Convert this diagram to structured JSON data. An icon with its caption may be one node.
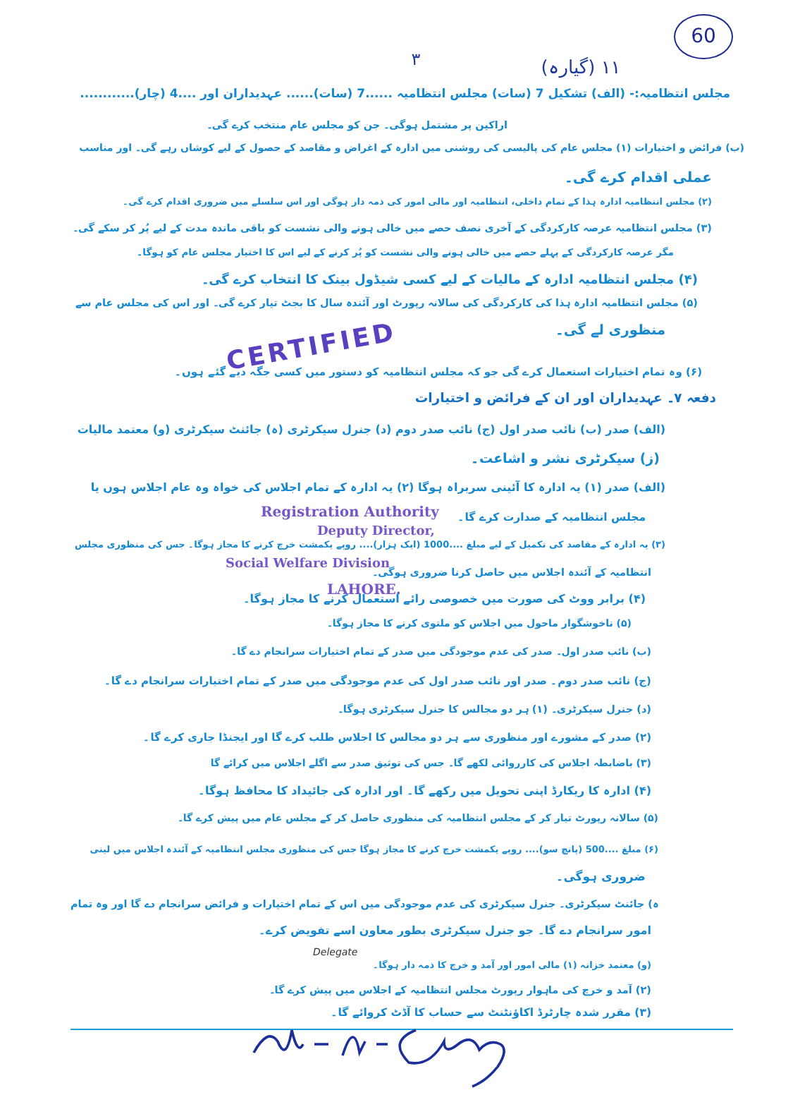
{
  "diagram": {
    "labels": [
      "60",
      "۱۱ (گیارہ)",
      "۳",
      "مجلس انتظامیہ:- (الف) تشکیل 7 (سات) مجلس انتظامیہ ......7 (سات)...... عہدیداران اور ....4 (چار)............",
      "اراکین پر مشتمل ہوگی۔ جن کو مجلس عام منتخب کرے گی۔",
      "(ب) فرائض و اختیارات (۱) مجلس عام کی پالیسی کی روشنی میں ادارہ کے اغراض و مقاصد کے حصول کے لیے کوشاں رہے گی۔ اور مناسب",
      "عملی اقدام کرے گی۔",
      "(۲) مجلس انتظامیہ ادارہ ہذا کے تمام داخلی، انتظامیہ اور مالی امور کی ذمہ دار ہوگی اور اس سلسلے میں ضروری اقدام کرے گی۔",
      "(۳) مجلس انتظامیہ عرصہ کارکردگی کے آخری نصف حصے میں خالی ہونے والی نشست کو باقی ماندہ مدت کے لیے پُر کر سکے گی۔",
      "مگر عرصہ کارکردگی کے پہلے حصے میں خالی ہونے والی نشست کو پُر کرنے کے لیے اس کا اختیار مجلس عام کو ہوگا۔",
      "(۴) مجلس انتظامیہ ادارہ کے مالیات کے لیے کسی شیڈول بینک کا انتخاب کرے گی۔",
      "(۵) مجلس انتظامیہ ادارہ ہذا کی کارکردگی کی سالانہ رپورٹ اور آئندہ سال کا بجٹ تیار کرے گی۔ اور اس کی مجلس عام سے",
      "منظوری لے گی۔",
      "CERTIFIED",
      "(۶) وہ تمام اختیارات استعمال کرے گی جو کہ مجلس انتظامیہ کو دستور میں کسی جگہ دیے گئے ہوں۔",
      "دفعہ ۷۔ عہدیداران اور ان کے فرائض و اختیارات",
      "(الف) صدر (ب) نائب صدر اول (ج) نائب صدر دوم (د) جنرل سیکرٹری (ہ) جائنٹ سیکرٹری (و) معتمد مالیات",
      "(ز) سیکرٹری نشر و اشاعت۔",
      "(الف) صدر (۱) یہ ادارہ کا آئینی سربراہ ہوگا (۲) یہ ادارہ کے تمام اجلاس کی خواہ وہ عام اجلاس ہوں یا",
      "Registration Authority",
      "مجلس انتظامیہ کے صدارت کرے گا۔",
      "Deputy Director,",
      "(۳) یہ ادارہ کے مقاصد کی تکمیل کے لیے مبلغ ....1000 (ایک ہزار).... روپے یکمشت خرچ کرنے کا مجاز ہوگا۔ جس کی منظوری مجلس",
      "Social Welfare Division",
      "انتظامیہ کے آئندہ اجلاس میں حاصل کرنا ضروری ہوگی۔",
      "LAHORE.",
      "(۴) برابر ووٹ کی صورت میں خصوصی رائے استعمال کرنے کا مجاز ہوگا۔",
      "(۵) ناخوشگوار ماحول میں اجلاس کو ملتوی کرنے کا مجاز ہوگا۔",
      "(ب) نائب صدر اول۔ صدر کی عدم موجودگی میں صدر کے تمام اختیارات سرانجام دے گا۔",
      "(ج) نائب صدر دوم۔ صدر اور نائب صدر اول کی عدم موجودگی میں صدر کے تمام اختیارات سرانجام دے گا۔",
      "(د) جنرل سیکرٹری۔ (۱) ہر دو مجالس کا جنرل سیکرٹری ہوگا۔",
      "(۲) صدر کے مشورے اور منظوری سے ہر دو مجالس کا اجلاس طلب کرے گا اور ایجنڈا جاری کرے گا۔",
      "(۳) باضابطہ اجلاس کی کارروائی لکھے گا۔ جس کی توثیق صدر سے اگلے اجلاس میں کرائے گا",
      "(۴) ادارہ کا ریکارڈ اپنی تحویل میں رکھے گا۔ اور ادارہ کی جائیداد کا محافظ ہوگا۔",
      "(۵) سالانہ رپورٹ تیار کر کے مجلس انتظامیہ کی منظوری حاصل کر کے مجلس عام میں پیش کرے گا۔",
      "(۶) مبلغ ....500 (پانچ سو).... روپے یکمشت خرچ کرنے کا مجاز ہوگا جس کی منظوری مجلس انتظامیہ کے آئندہ اجلاس میں لینی",
      "ضروری ہوگی۔",
      "ہ) جائنٹ سیکرٹری۔ جنرل سیکرٹری کی عدم موجودگی میں اس کے تمام اختیارات و فرائض سرانجام دے گا اور وہ تمام",
      "امور سرانجام دے گا۔ جو جنرل سیکرٹری بطور معاون اسے تفویض کرے۔",
      "Delegate",
      "(و) معتمد خزانہ (۱) مالی امور اور آمد و خرچ کا ذمہ دار ہوگا۔",
      "(۲) آمد و خرچ کی ماہوار رپورٹ مجلس انتظامیہ کے اجلاس میں پیش کرے گا۔",
      "(۳) مقرر شدہ چارٹرڈ اکاؤنٹنٹ سے حساب کا آڈٹ کروائے گا۔"
    ]
  }
}
